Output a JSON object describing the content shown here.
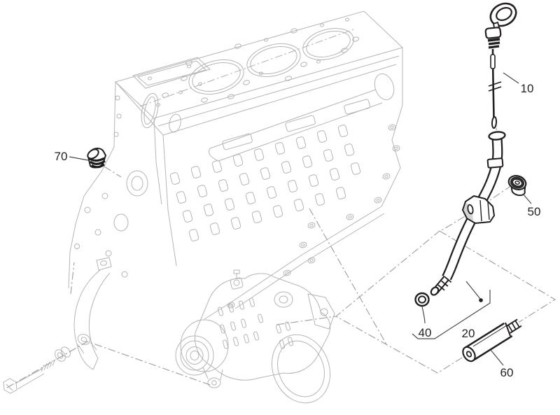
{
  "diagram": {
    "kind": "exploded-parts-diagram",
    "colors": {
      "background": "#ffffff",
      "reference_art": "#b5b5b5",
      "part_lines": "#231f20",
      "leader_lines": "#4a4a4a",
      "phantom_lines": "#9d9d9d",
      "label_text": "#231f20"
    },
    "callouts": {
      "c10": {
        "label": "10"
      },
      "c20": {
        "label": "20"
      },
      "c40": {
        "label": "40"
      },
      "c50": {
        "label": "50"
      },
      "c60": {
        "label": "60"
      },
      "c70": {
        "label": "70"
      }
    }
  }
}
